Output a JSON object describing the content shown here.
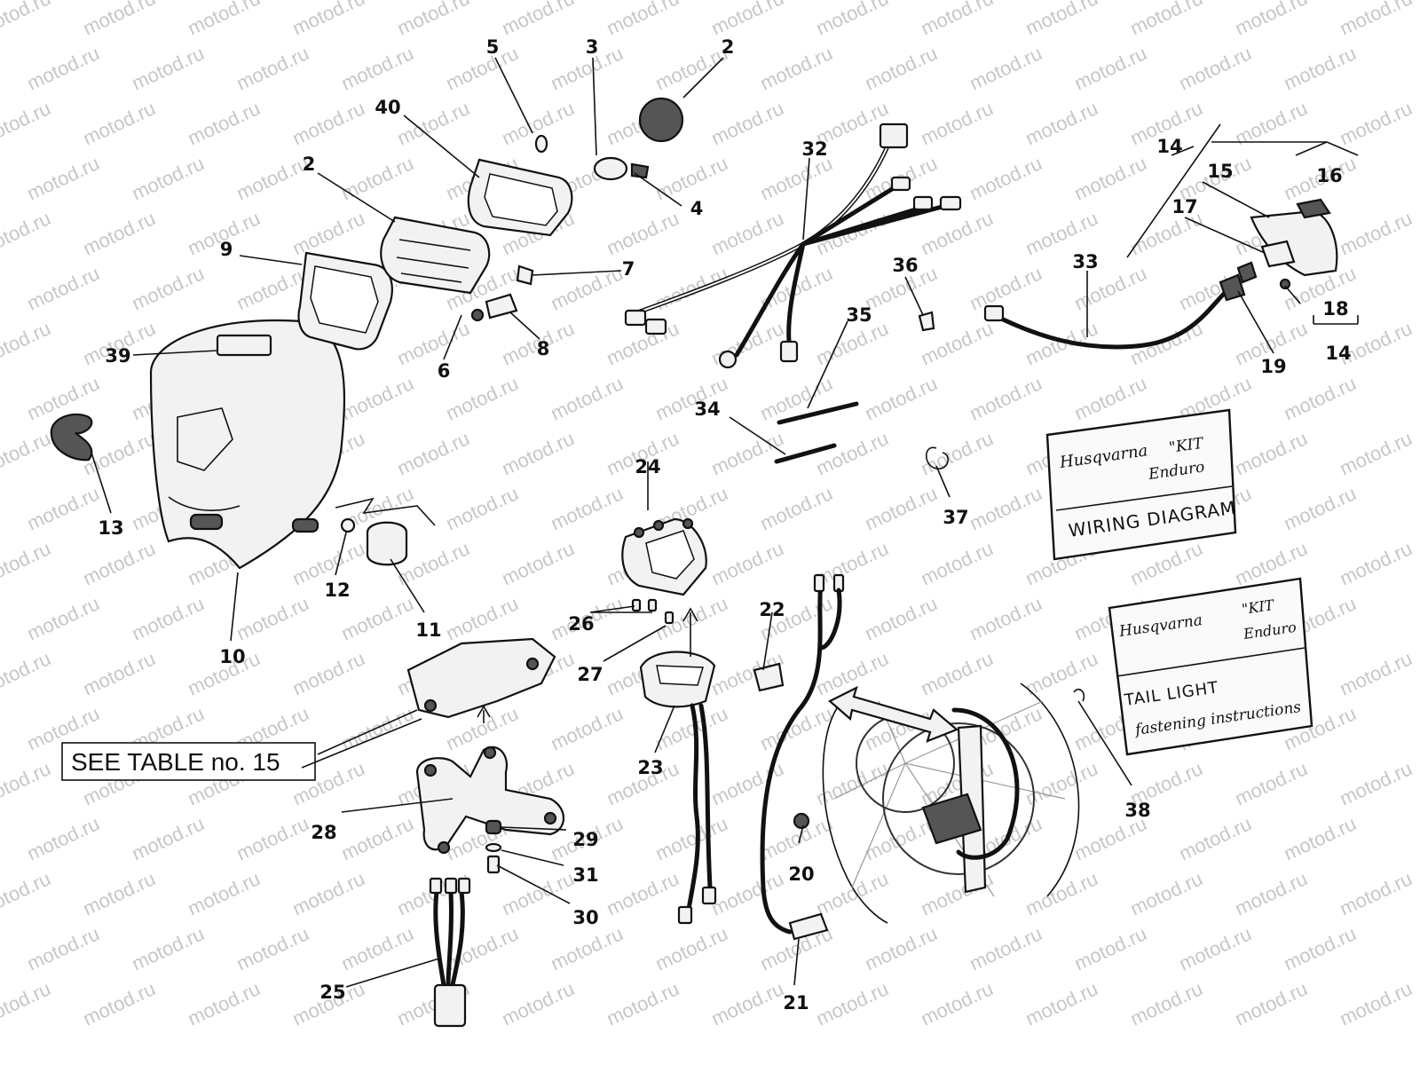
{
  "watermark": "motod.ru",
  "table_ref": "SEE TABLE no. 15",
  "wiring_card": {
    "brand": "Husqvarna",
    "kit": "\"KIT",
    "kit_sub": "Enduro",
    "title": "WIRING DIAGRAM"
  },
  "tail_card": {
    "brand": "Husqvarna",
    "kit": "\"KIT",
    "kit_sub": "Enduro",
    "title_1": "TAIL LIGHT",
    "title_2": "fastening instructions"
  },
  "callouts": {
    "c2a": "2",
    "c2b": "2",
    "c3": "3",
    "c4": "4",
    "c5": "5",
    "c6": "6",
    "c7": "7",
    "c8": "8",
    "c9": "9",
    "c10": "10",
    "c11": "11",
    "c12": "12",
    "c13": "13",
    "c14a": "14",
    "c14b": "14",
    "c15": "15",
    "c16": "16",
    "c17": "17",
    "c18": "18",
    "c19": "19",
    "c20": "20",
    "c21": "21",
    "c22": "22",
    "c23": "23",
    "c24": "24",
    "c25": "25",
    "c26": "26",
    "c27": "27",
    "c28": "28",
    "c29": "29",
    "c30": "30",
    "c31": "31",
    "c32": "32",
    "c33": "33",
    "c34": "34",
    "c35": "35",
    "c36": "36",
    "c37": "37",
    "c38": "38",
    "c39": "39",
    "c40": "40"
  }
}
